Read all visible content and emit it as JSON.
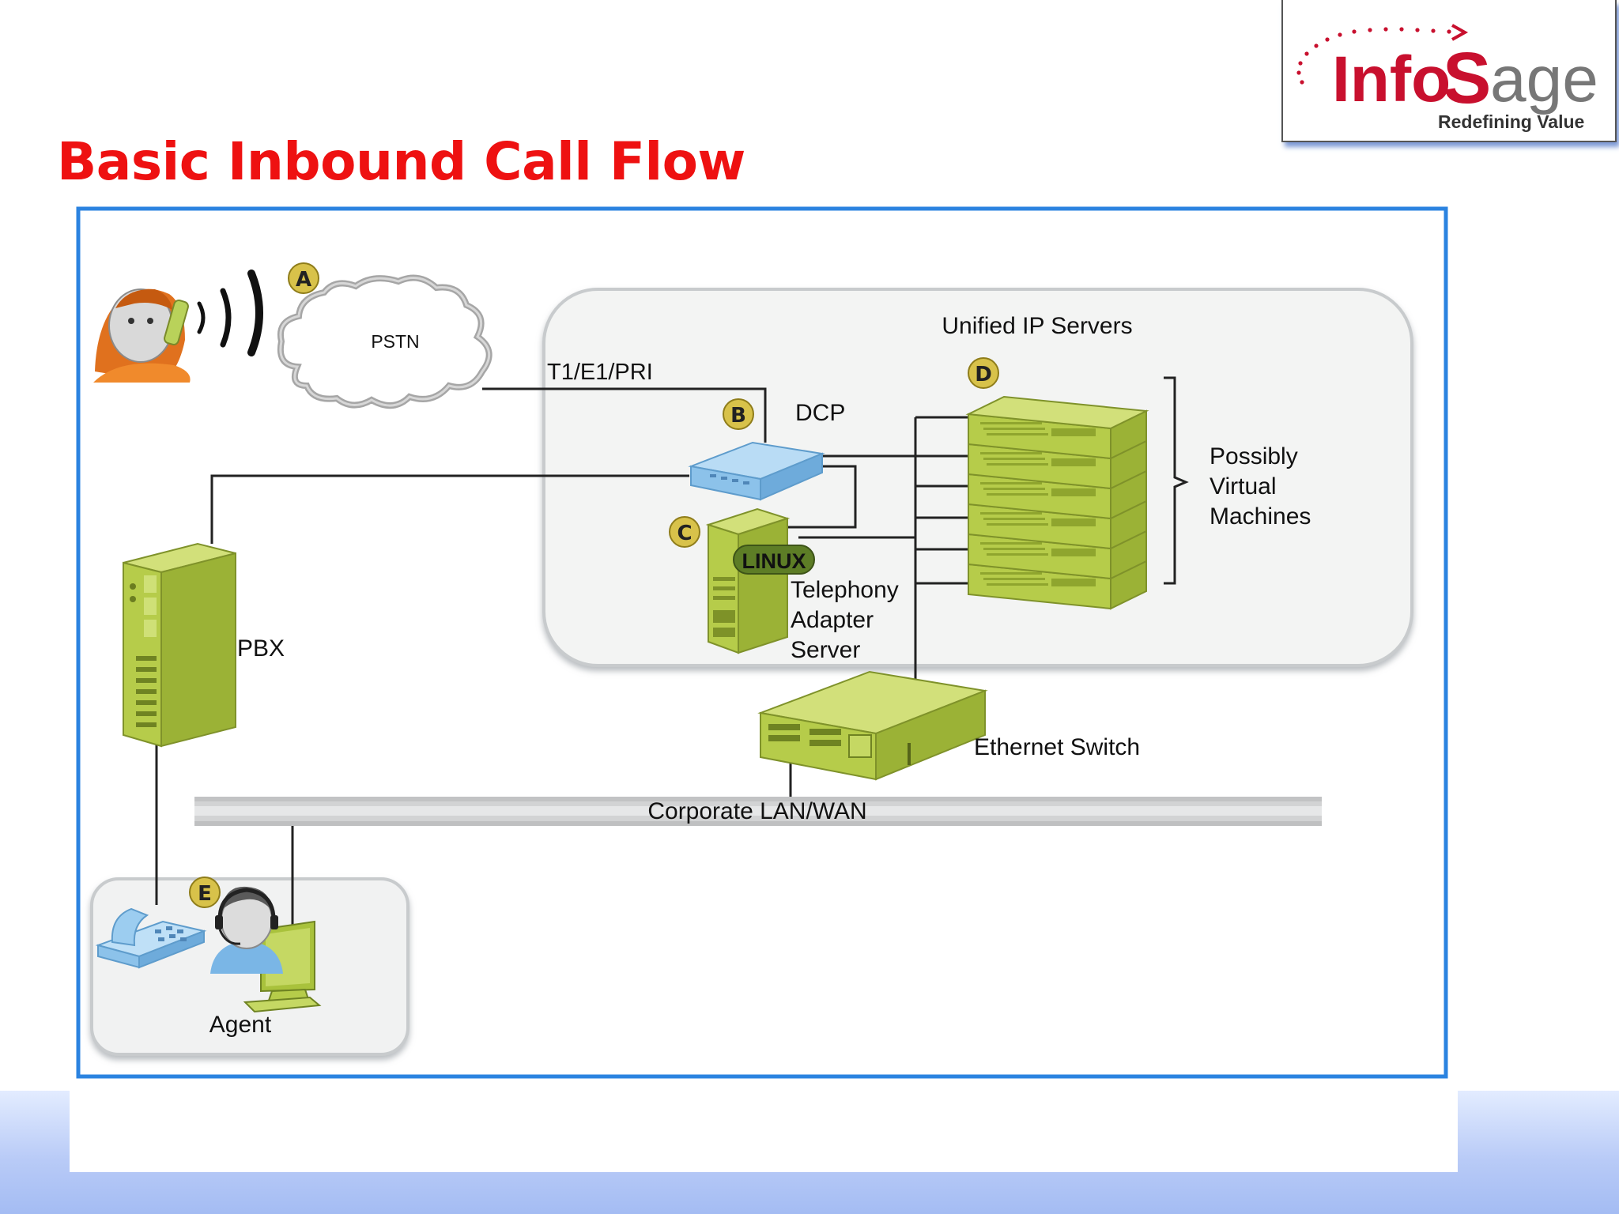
{
  "slide": {
    "title": "Basic Inbound Call Flow"
  },
  "logo": {
    "prefix": "Info",
    "letter": "S",
    "suffix": "age",
    "tagline": "Redefining Value",
    "primary_color": "#c8102e",
    "secondary_color": "#777777"
  },
  "diagram": {
    "group_label": "Unified IP Servers",
    "clouds": {
      "pstn": "PSTN"
    },
    "links": {
      "trunk": "T1/E1/PRI",
      "lan": "Corporate LAN/WAN"
    },
    "badges": {
      "a": "A",
      "b": "B",
      "c": "C",
      "d": "D",
      "e": "E"
    },
    "nodes": {
      "dcp": "DCP",
      "linux": "LINUX",
      "telephony_adapter": [
        "Telephony",
        "Adapter",
        "Server"
      ],
      "virtual_machines": [
        "Possibly",
        "Virtual",
        "Machines"
      ],
      "pbx": "PBX",
      "ethernet_switch": "Ethernet Switch",
      "agent": "Agent"
    },
    "colors": {
      "frame": "#2b83e0",
      "server_green": "#b6cc4a",
      "router_blue": "#8cc2ea",
      "badge": "#d8c24a"
    }
  }
}
